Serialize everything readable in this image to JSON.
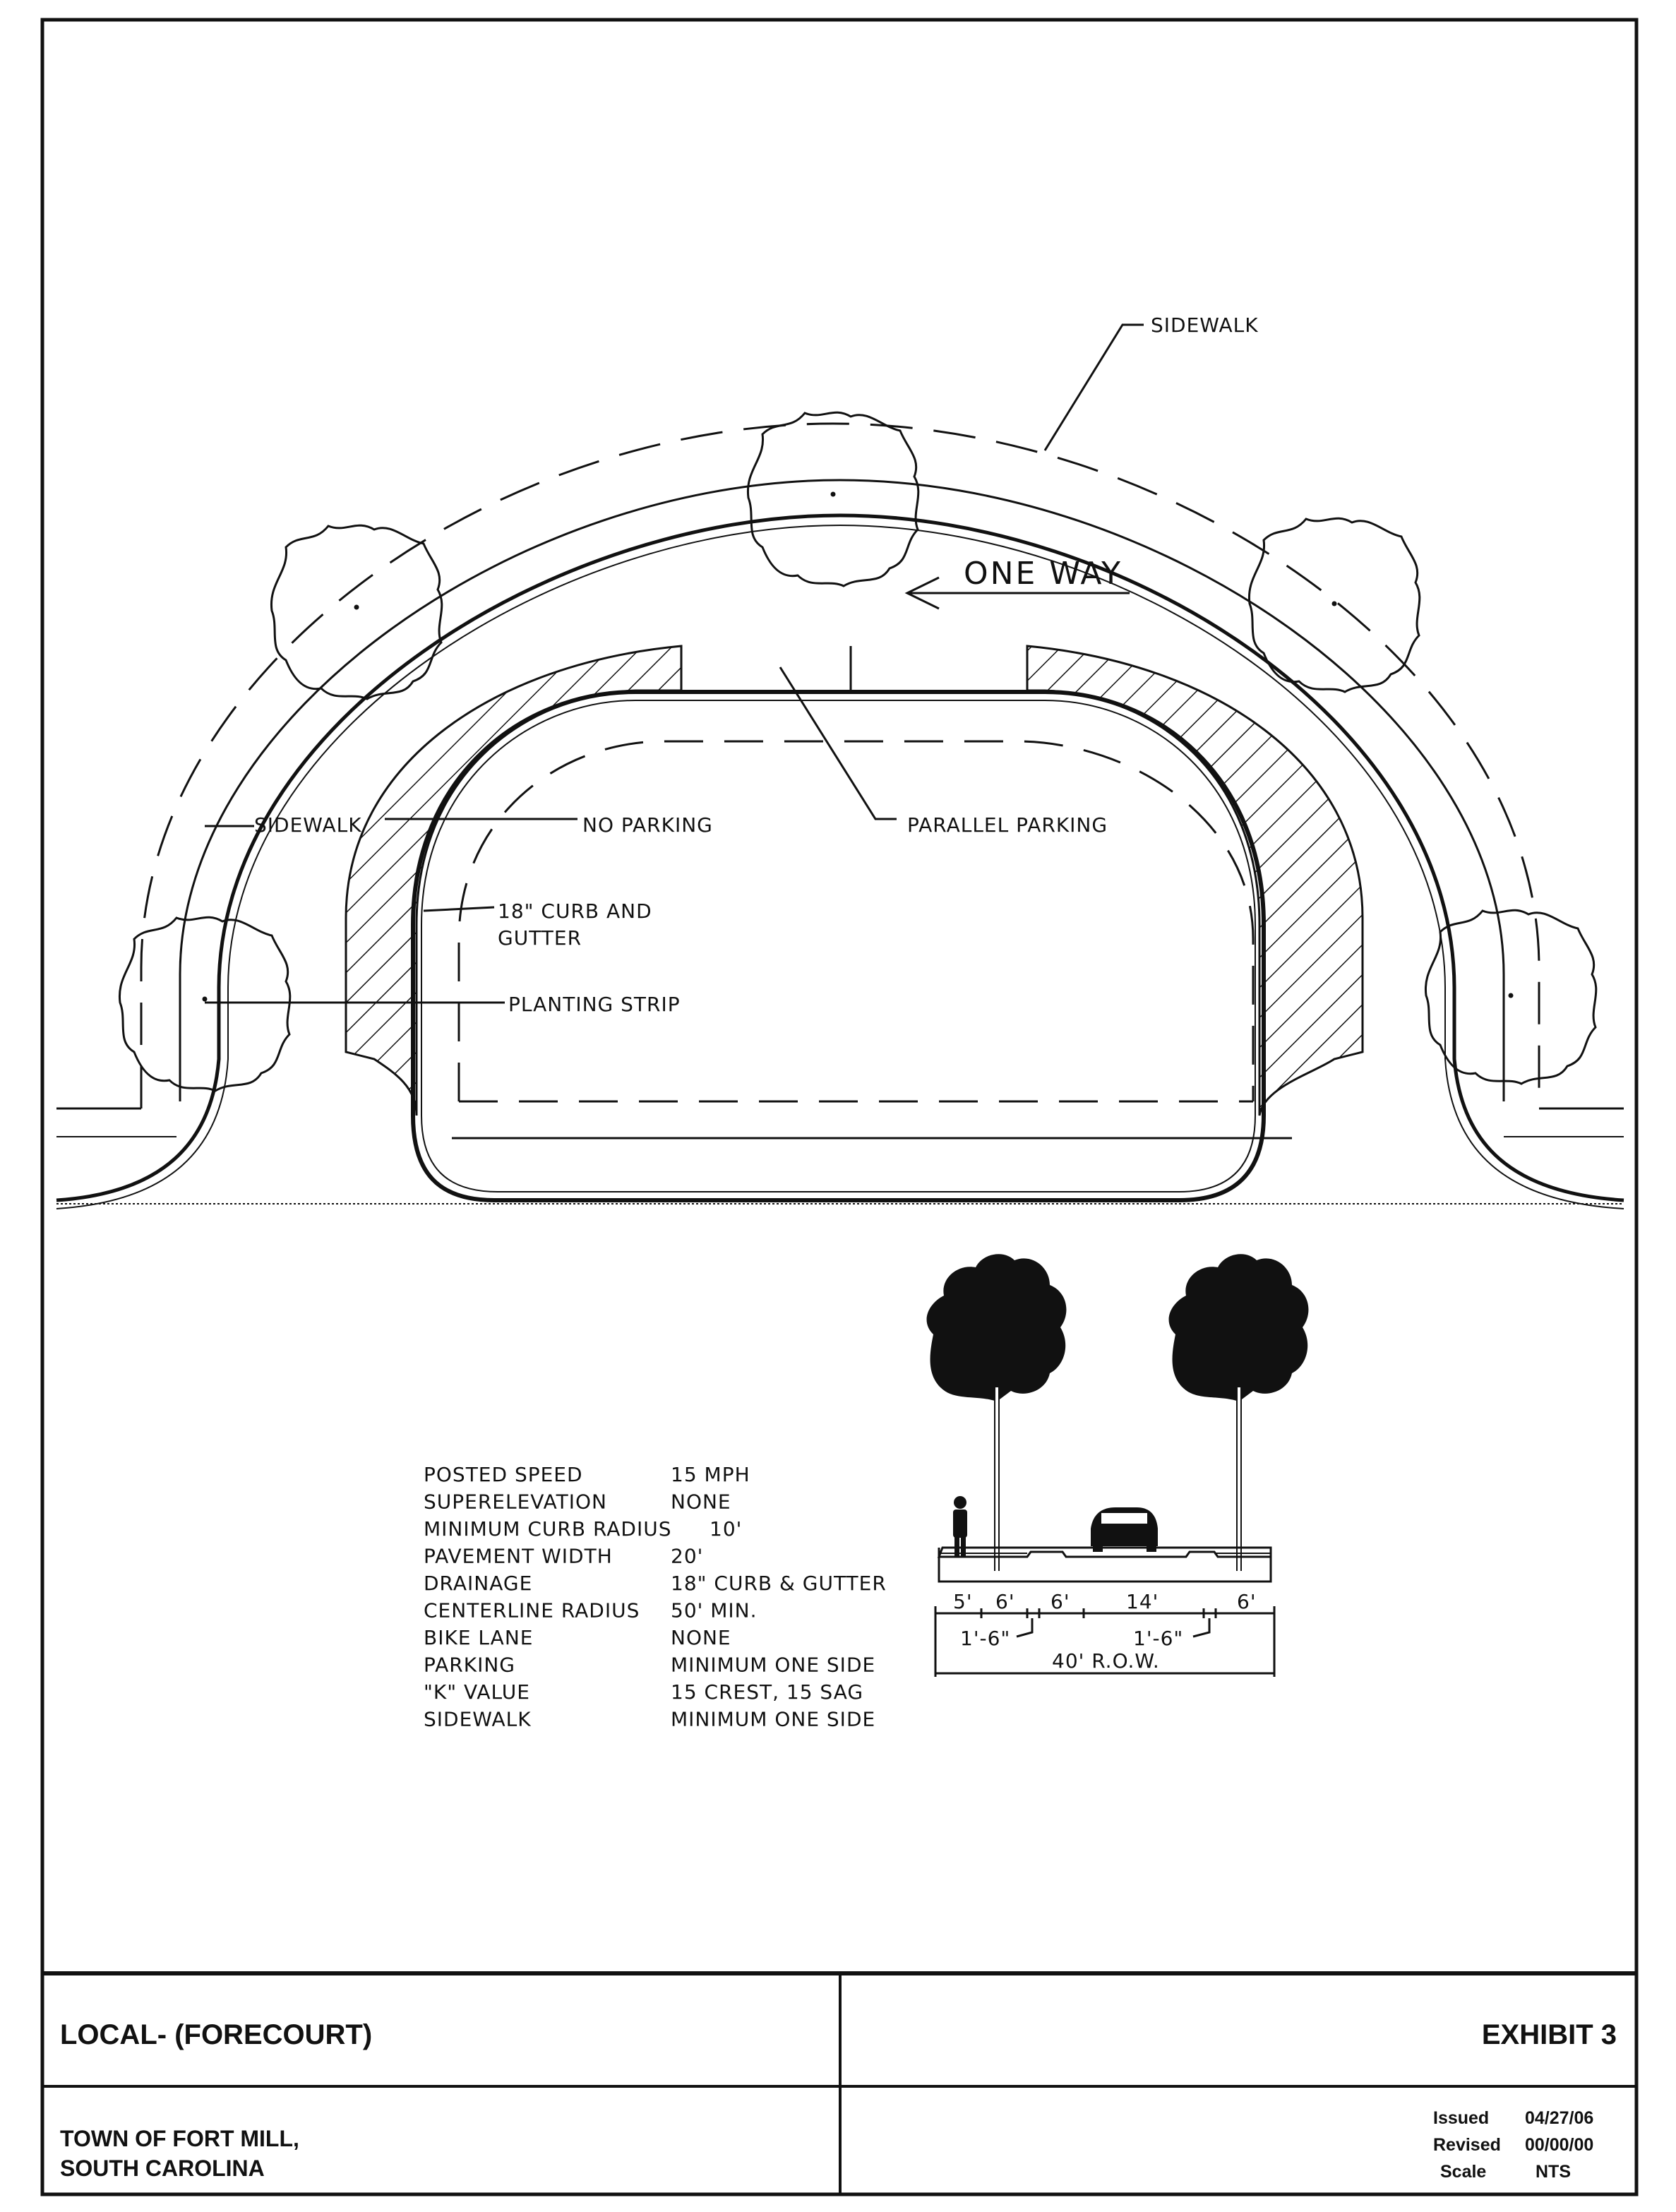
{
  "plan_labels": {
    "sidewalk_top": "SIDEWALK",
    "one_way": "ONE WAY",
    "sidewalk_left": "SIDEWALK",
    "no_parking": "NO PARKING",
    "parallel_parking": "PARALLEL PARKING",
    "curb_line1": "18\" CURB AND",
    "curb_line2": "GUTTER",
    "planting_strip": "PLANTING STRIP"
  },
  "specs": [
    {
      "label": "POSTED SPEED",
      "value": "15 MPH"
    },
    {
      "label": "SUPERELEVATION",
      "value": "NONE"
    },
    {
      "label": "MINIMUM CURB RADIUS",
      "value": "10'"
    },
    {
      "label": "PAVEMENT WIDTH",
      "value": "20'"
    },
    {
      "label": "DRAINAGE",
      "value": "18\" CURB & GUTTER"
    },
    {
      "label": "CENTERLINE RADIUS",
      "value": "50' MIN."
    },
    {
      "label": "BIKE LANE",
      "value": "NONE"
    },
    {
      "label": "PARKING",
      "value": "MINIMUM ONE SIDE"
    },
    {
      "label": "\"K\" VALUE",
      "value": "15 CREST, 15 SAG"
    },
    {
      "label": "SIDEWALK",
      "value": "MINIMUM ONE SIDE"
    }
  ],
  "section_dims": {
    "d1": "5'",
    "d2": "6'",
    "d3": "6'",
    "d4": "14'",
    "d5": "6'",
    "curb_left": "1'-6\"",
    "curb_right": "1'-6\"",
    "row": "40' R.O.W."
  },
  "title_block": {
    "title": "LOCAL- (FORECOURT)",
    "exhibit": "EXHIBIT 3",
    "town_line1": "TOWN OF FORT MILL,",
    "town_line2": "SOUTH CAROLINA",
    "issued_label": "Issued",
    "issued_value": "04/27/06",
    "revised_label": "Revised",
    "revised_value": "00/00/00",
    "scale_label": "Scale",
    "scale_value": "NTS"
  }
}
